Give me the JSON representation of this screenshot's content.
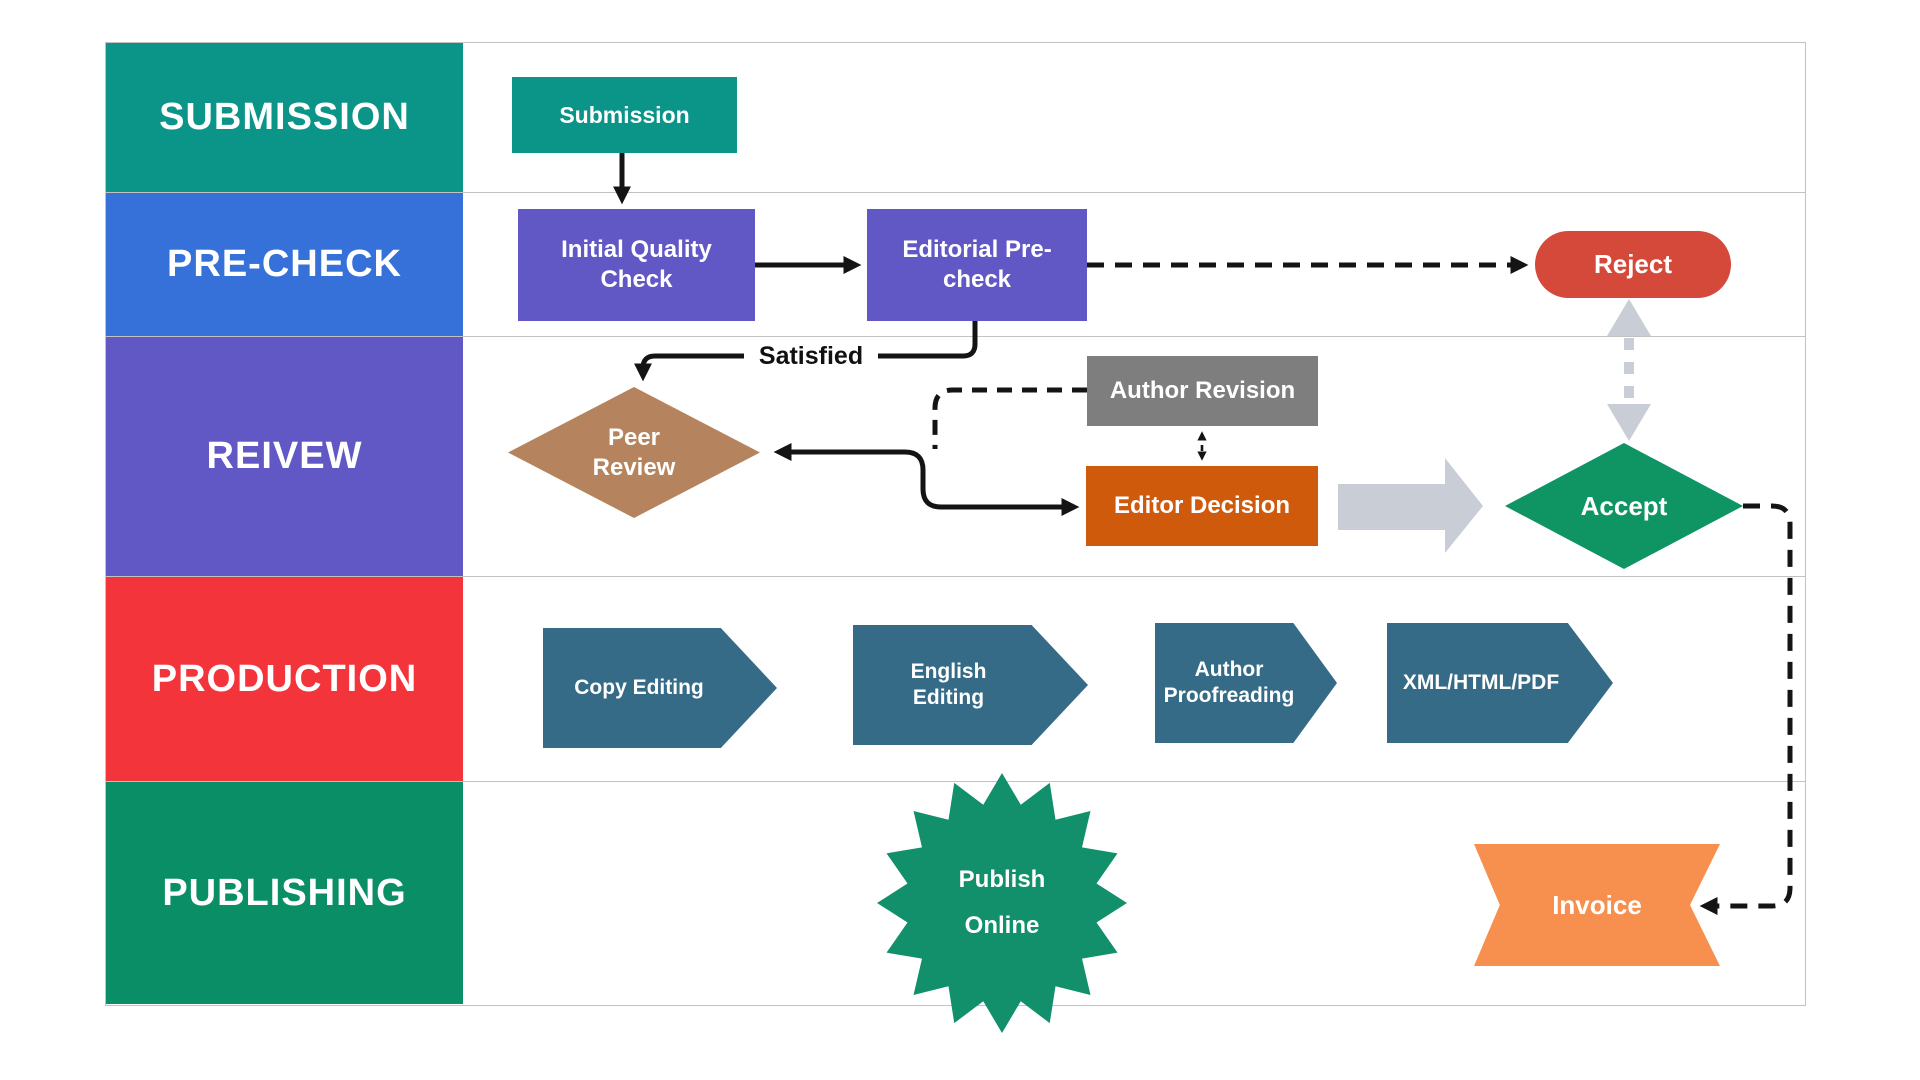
{
  "lanes": [
    {
      "id": "submission",
      "label": "SUBMISSION",
      "color": "#0b9488"
    },
    {
      "id": "precheck",
      "label": "PRE-CHECK",
      "color": "#3571d9"
    },
    {
      "id": "review",
      "label": "REIVEW",
      "color": "#6158c6"
    },
    {
      "id": "production",
      "label": "PRODUCTION",
      "color": "#f4343b"
    },
    {
      "id": "publishing",
      "label": "PUBLISHING",
      "color": "#0a8e66"
    }
  ],
  "nodes": {
    "submission": {
      "label": "Submission",
      "shape": "rectangle",
      "color": "#0b9488"
    },
    "initial_quality_check": {
      "label": "Initial Quality Check",
      "shape": "rectangle",
      "color": "#6158c6"
    },
    "editorial_precheck": {
      "label": "Editorial Pre-check",
      "shape": "rectangle",
      "color": "#6158c6"
    },
    "reject": {
      "label": "Reject",
      "shape": "stadium",
      "color": "#d5493b"
    },
    "peer_review": {
      "label": "Peer Review",
      "shape": "diamond",
      "color": "#b5845f"
    },
    "author_revision": {
      "label": "Author Revision",
      "shape": "rectangle",
      "color": "#7e7e7e"
    },
    "editor_decision": {
      "label": "Editor Decision",
      "shape": "rectangle",
      "color": "#cf5a0c"
    },
    "accept": {
      "label": "Accept",
      "shape": "diamond",
      "color": "#0f9464"
    },
    "copy_editing": {
      "label": "Copy Editing",
      "shape": "chevron",
      "color": "#356b86"
    },
    "english_editing": {
      "label": "English Editing",
      "shape": "chevron",
      "color": "#356b86"
    },
    "author_proofreading": {
      "label": "Author Proofreading",
      "shape": "chevron",
      "color": "#356b86"
    },
    "xml_html_pdf": {
      "label": "XML/HTML/PDF",
      "shape": "chevron",
      "color": "#356b86"
    },
    "publish_online": {
      "label": "Publish Online",
      "shape": "starburst",
      "color": "#11906b"
    },
    "invoice": {
      "label": "Invoice",
      "shape": "banner",
      "color": "#f78f4f"
    }
  },
  "edge_labels": {
    "satisfied": "Satisfied"
  },
  "connector_colors": {
    "solid_black": "#141414",
    "dashed_black": "#141414",
    "gray_accent": "#c9ced6",
    "table_border": "#c2c2c2"
  }
}
